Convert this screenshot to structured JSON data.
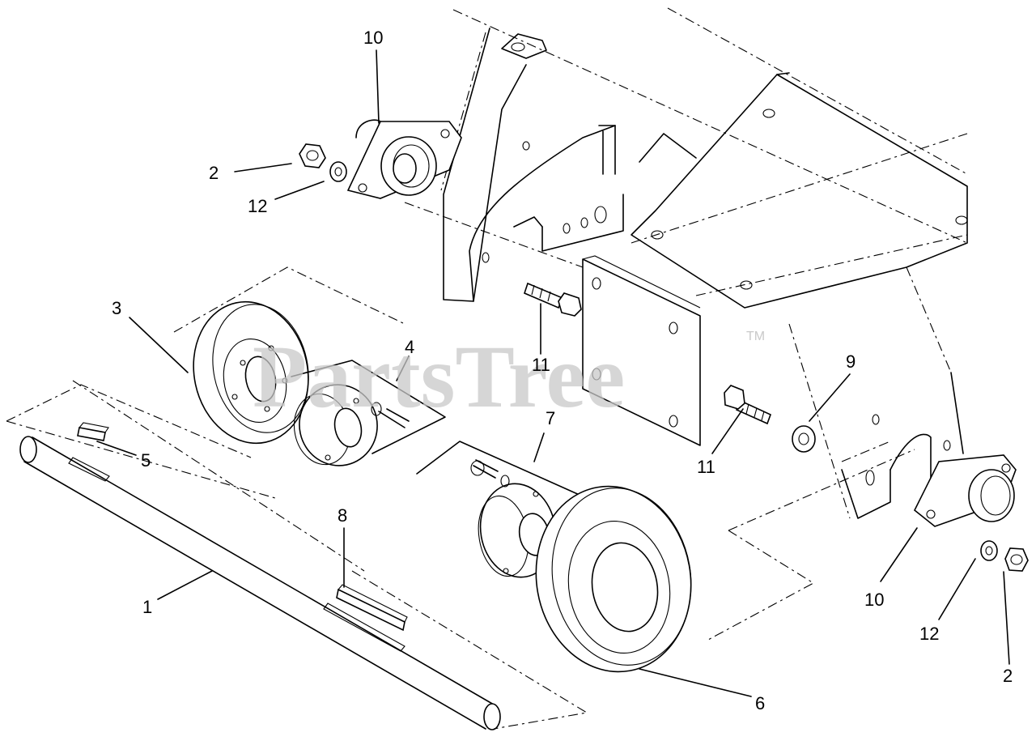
{
  "watermark": {
    "text": "PartsTree",
    "mark": "TM"
  },
  "callouts": [
    {
      "id": "c-1",
      "text": "1"
    },
    {
      "id": "c-2a",
      "text": "2"
    },
    {
      "id": "c-2b",
      "text": "2"
    },
    {
      "id": "c-3",
      "text": "3"
    },
    {
      "id": "c-4",
      "text": "4"
    },
    {
      "id": "c-5",
      "text": "5"
    },
    {
      "id": "c-6",
      "text": "6"
    },
    {
      "id": "c-7",
      "text": "7"
    },
    {
      "id": "c-8",
      "text": "8"
    },
    {
      "id": "c-9",
      "text": "9"
    },
    {
      "id": "c-10a",
      "text": "10"
    },
    {
      "id": "c-10b",
      "text": "10"
    },
    {
      "id": "c-11a",
      "text": "11"
    },
    {
      "id": "c-11b",
      "text": "11"
    },
    {
      "id": "c-12a",
      "text": "12"
    },
    {
      "id": "c-12b",
      "text": "12"
    }
  ]
}
